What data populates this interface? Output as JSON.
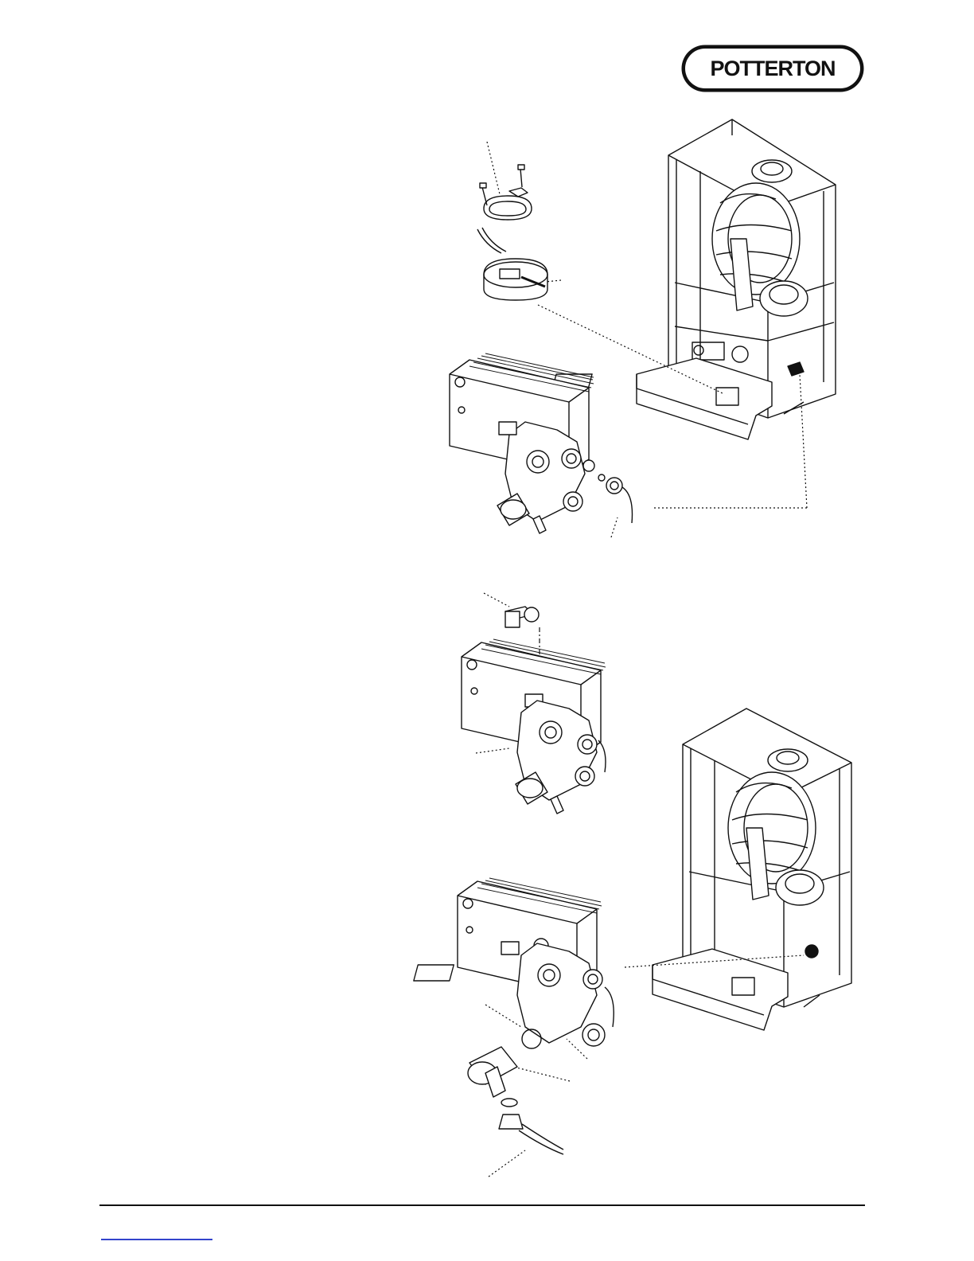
{
  "brand": {
    "logo_text": "POTTERTON"
  },
  "icons": {
    "logo": "potterton-logo",
    "boiler": "boiler-cutaway-illustration",
    "heat_exchanger": "plate-heat-exchanger-illustration",
    "sensor": "sensor-cap-illustration"
  },
  "colors": {
    "ink": "#111111",
    "link": "#3344cc"
  }
}
